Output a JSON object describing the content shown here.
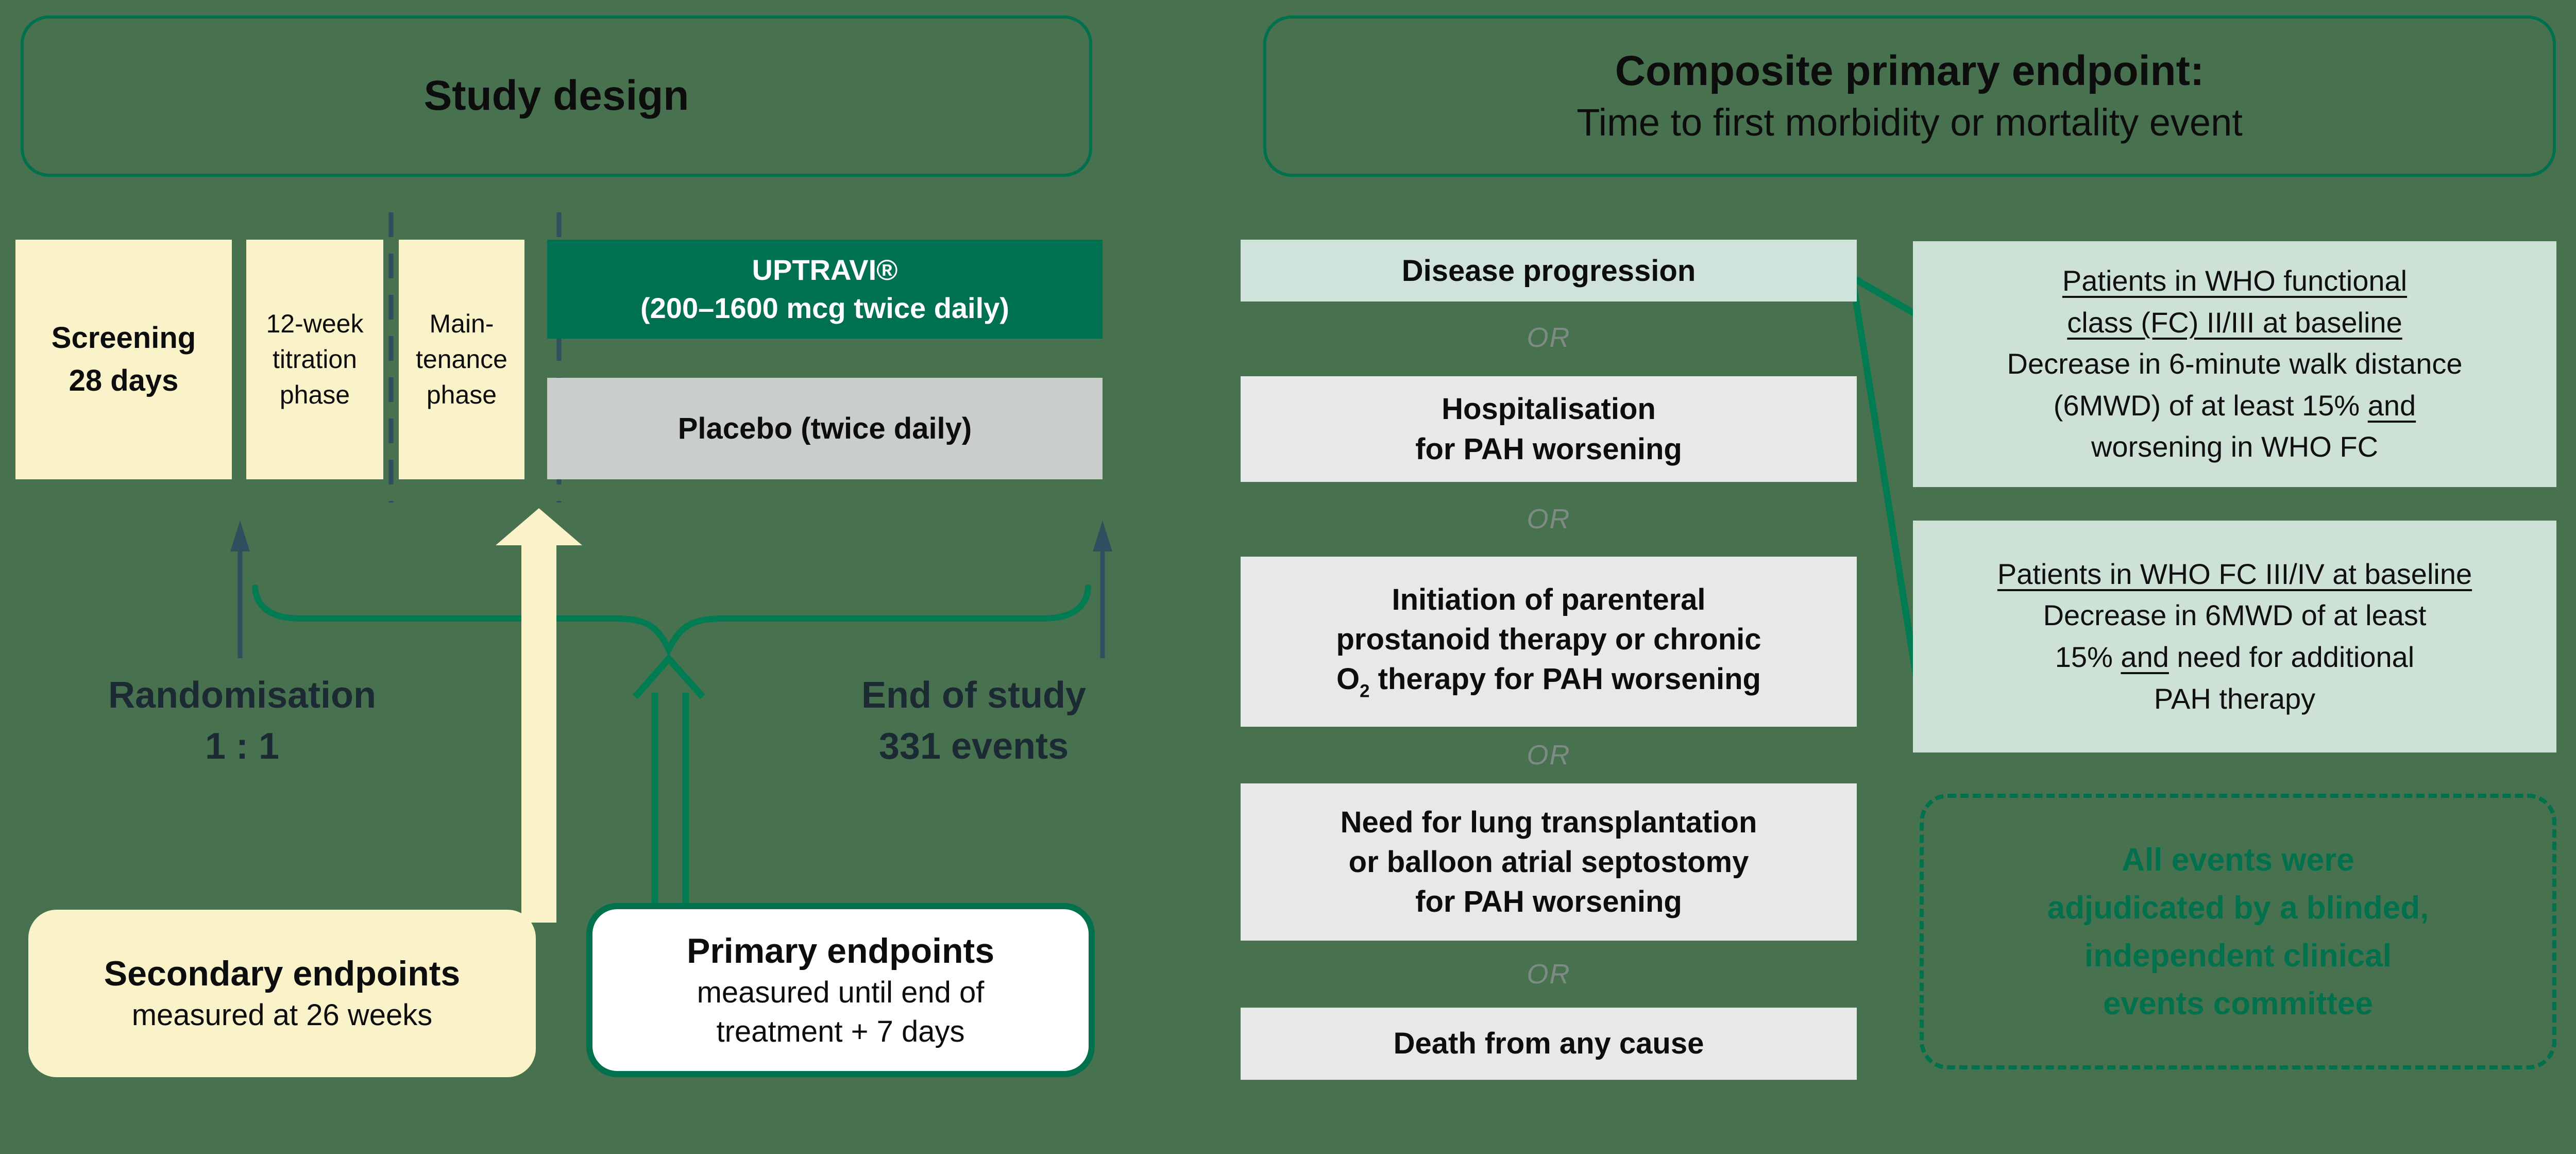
{
  "colors": {
    "bg": "#48724F",
    "cream": "#FAF3C9",
    "brand_green": "#00714C",
    "line_green": "#007B52",
    "bar_green": "#007150",
    "placebo_grey": "#C9CDCB",
    "box_grey": "#E7E9E8",
    "disease_green": "#D0E3DA",
    "panel_green": "#CDE1D7",
    "navy": "#2F4F5F",
    "label_navy": "#1B2A33",
    "or_grey": "#7E8B85",
    "text_black": "#0D0D0D"
  },
  "left": {
    "title": "Study design",
    "phases": {
      "screening": [
        "Screening",
        "28 days"
      ],
      "titration": [
        "12-week",
        "titration",
        "phase"
      ],
      "maintenance": [
        "Main-",
        "tenance",
        "phase"
      ]
    },
    "arms": {
      "uptravi": [
        "UPTRAVI®",
        "(200–1600 mcg twice daily)"
      ],
      "placebo": "Placebo (twice daily)"
    },
    "randomisation": [
      "Randomisation",
      "1 : 1"
    ],
    "end_of_study": [
      "End of study",
      "331 events"
    ],
    "secondary": {
      "title": "Secondary endpoints",
      "body": "measured at 26 weeks"
    },
    "primary": {
      "title": "Primary endpoints",
      "body": [
        "measured until end of",
        "treatment + 7 days"
      ]
    }
  },
  "right": {
    "title_bold": "Composite primary endpoint:",
    "title_rest": "Time to first morbidity or mortality event",
    "or_label": "OR",
    "endpoints": {
      "disease": "Disease progression",
      "hospitalisation": [
        "Hospitalisation",
        "for PAH worsening"
      ],
      "initiation": {
        "l1": "Initiation of parenteral",
        "l2": "prostanoid therapy or chronic",
        "l3_pre": "O",
        "l3_sub": "2",
        "l3_post": " therapy for PAH worsening"
      },
      "transplant": [
        "Need for lung transplantation",
        "or balloon atrial septostomy",
        "for PAH worsening"
      ],
      "death": "Death from any cause"
    },
    "who1": {
      "t1": "Patients in WHO functional",
      "t2": "class (FC) II/III at baseline",
      "b1": "Decrease in 6-minute walk distance",
      "b2_pre": "(6MWD) of at least 15% ",
      "b2_and": "and",
      "b3": "worsening in WHO FC"
    },
    "who2": {
      "t1": "Patients in WHO FC III/IV at baseline",
      "b1": "Decrease in 6MWD of at least",
      "b2_pre": "15% ",
      "b2_and": "and",
      "b2_post": " need for additional",
      "b3": "PAH therapy"
    },
    "adjudicated": [
      "All events were",
      "adjudicated by a blinded,",
      "independent clinical",
      "events committee"
    ]
  }
}
